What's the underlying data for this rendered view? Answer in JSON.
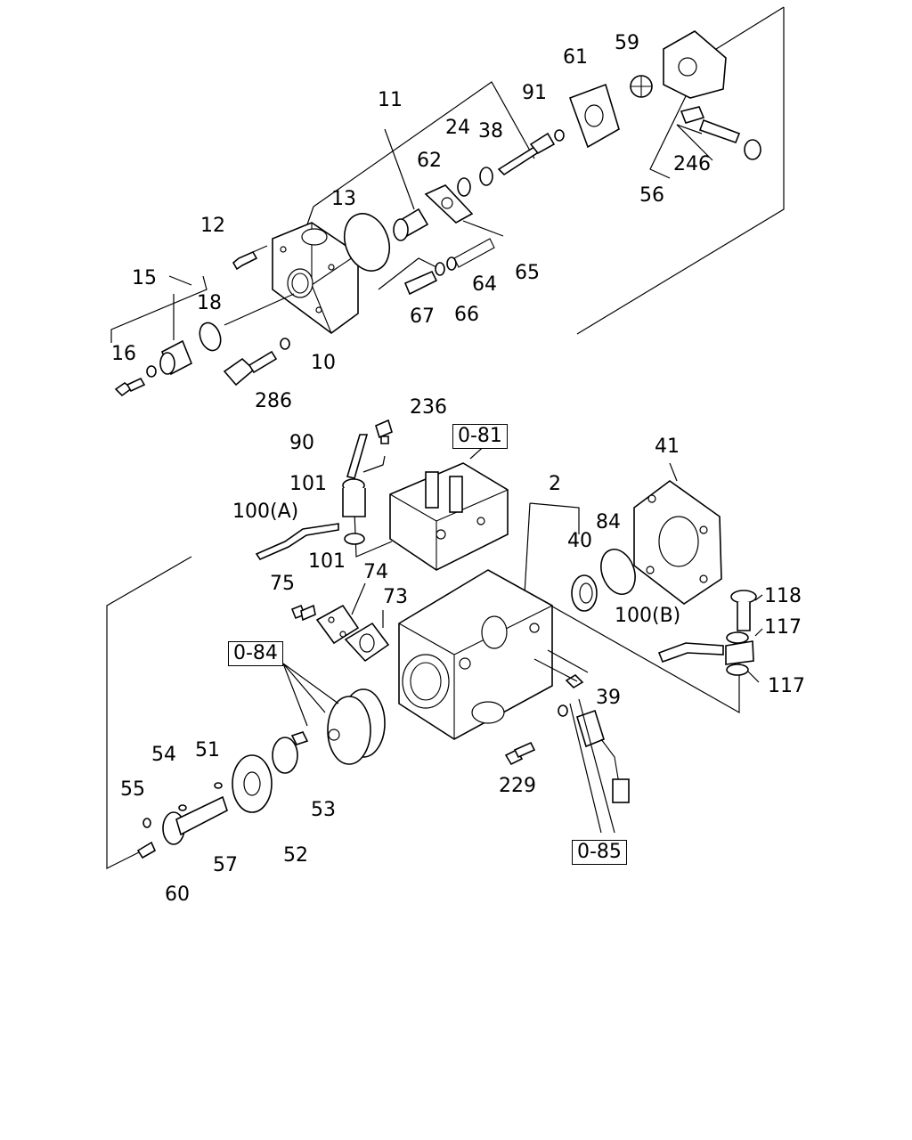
{
  "parts": {
    "p11": "11",
    "p91": "91",
    "p61": "61",
    "p59": "59",
    "p24": "24",
    "p38": "38",
    "p62": "62",
    "p13": "13",
    "p12": "12",
    "p246": "246",
    "p56": "56",
    "p65": "65",
    "p64": "64",
    "p66": "66",
    "p67": "67",
    "p15": "15",
    "p18": "18",
    "p16": "16",
    "p10": "10",
    "p286": "286",
    "p236": "236",
    "p90": "90",
    "p101a": "101",
    "p100a": "100(A)",
    "p101b": "101",
    "p41": "41",
    "p2": "2",
    "p84": "84",
    "p40": "40",
    "p75": "75",
    "p74": "74",
    "p73": "73",
    "p118": "118",
    "p100b": "100(B)",
    "p117a": "117",
    "p117b": "117",
    "p39": "39",
    "p54": "54",
    "p51": "51",
    "p55": "55",
    "p53": "53",
    "p229": "229",
    "p57": "57",
    "p52": "52",
    "p60": "60"
  },
  "refs": {
    "r081": "0-81",
    "r084": "0-84",
    "r085": "0-85"
  }
}
